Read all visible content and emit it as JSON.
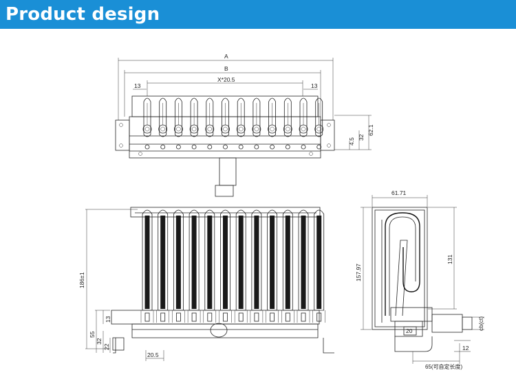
{
  "banner": {
    "title": "Product design"
  },
  "colors": {
    "banner": "#1a8fd6",
    "line": "#222222"
  },
  "top_view": {
    "dim_a": "A",
    "dim_b": "B",
    "dim_pitch": "X*20.5",
    "dim_left_13": "13",
    "dim_right_13": "13",
    "dim_45": "4.5",
    "dim_32": "32",
    "dim_621": "62.1"
  },
  "front_view": {
    "dim_height": "186±1",
    "dim_13": "13",
    "dim_55": "55",
    "dim_32": "32",
    "dim_22": "22",
    "dim_205": "20.5"
  },
  "side_view": {
    "dim_width": "61.71",
    "dim_height": "157.97",
    "dim_131": "131",
    "dim_20": "20",
    "dim_cb": "cb(ct)",
    "dim_12": "12",
    "dim_65": "65(可自定长度)"
  }
}
